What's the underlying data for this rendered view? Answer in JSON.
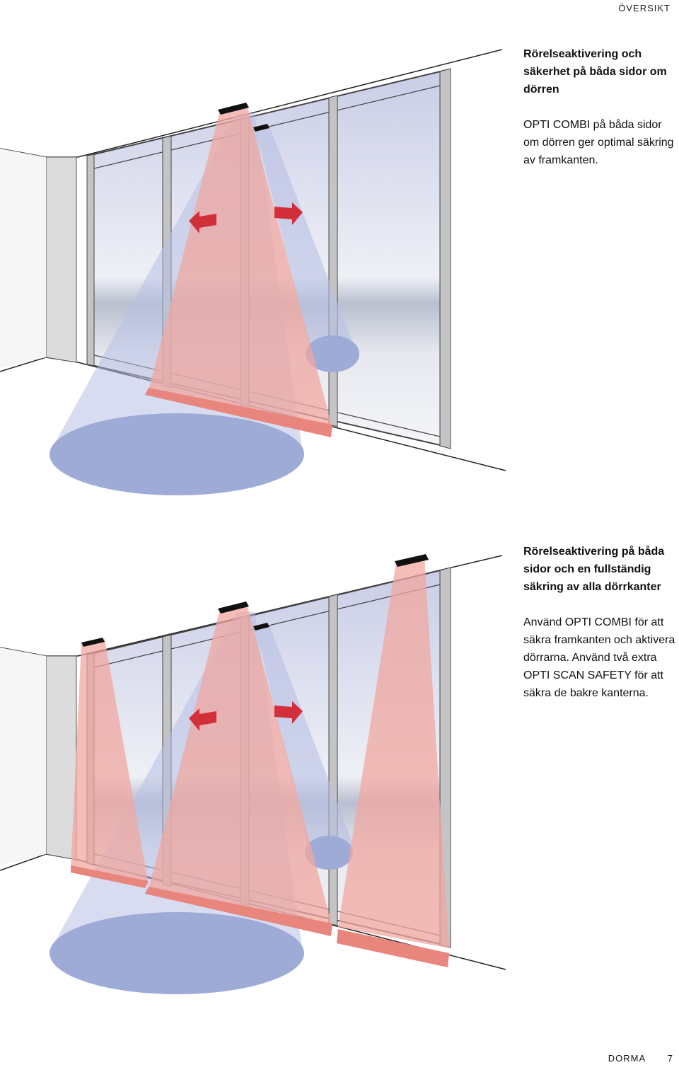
{
  "header": {
    "section_label": "ÖVERSIKT"
  },
  "sections": [
    {
      "heading": "Rörelseaktivering och säkerhet på båda sidor om dörren",
      "body": "OPTI COMBI på båda sidor om dörren ger optimal säkring av framkanten."
    },
    {
      "heading": "Rörelseaktivering på båda sidor och en fullständig säkring av alla dörrkanter",
      "body": "Använd OPTI COMBI för att säkra framkanten och aktivera dörrarna. Använd två extra OPTI SCAN SAFETY för att säkra de bakre kanterna."
    }
  ],
  "footer": {
    "brand": "DORMA",
    "page_number": "7"
  },
  "colors": {
    "detection_blue": "#a6b0d8",
    "safety_red": "#f0a7a0",
    "arrow_red": "#d32f3a",
    "frame_gray": "#b8b8b8",
    "wall_gray": "#dcdcdc"
  }
}
